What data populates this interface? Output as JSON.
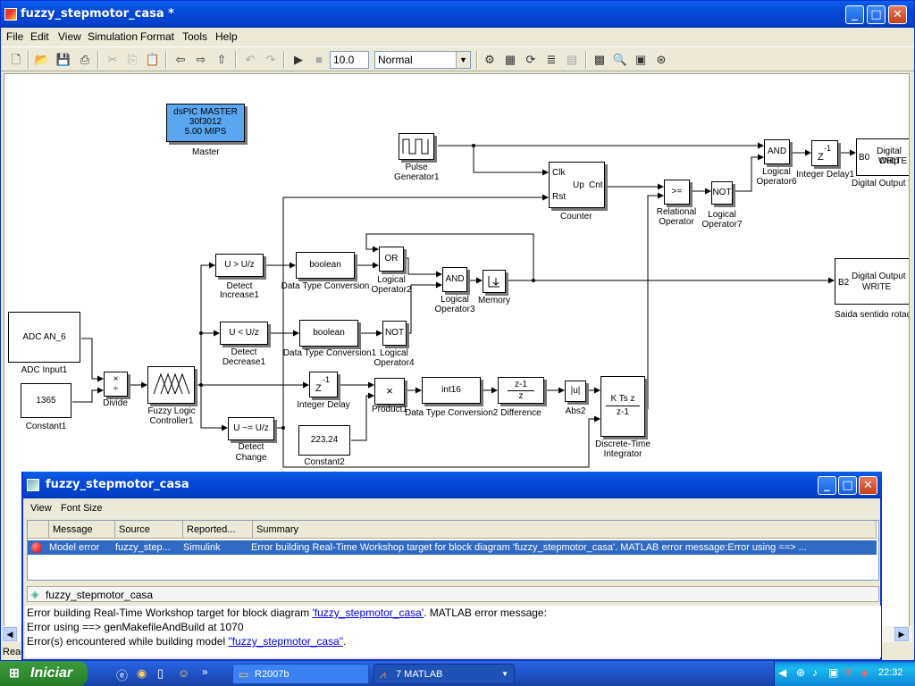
{
  "window": {
    "title": "fuzzy_stepmotor_casa *",
    "menu": [
      "File",
      "Edit",
      "View",
      "Simulation",
      "Format",
      "Tools",
      "Help"
    ],
    "toolbar": {
      "stop_time": "10.0",
      "sim_mode": "Normal"
    }
  },
  "diagram": {
    "blocks": {
      "master": {
        "line1": "dsPIC MASTER",
        "line2": "30f3012",
        "line3": "5.00 MIPS",
        "caption": "Master"
      },
      "pulse": {
        "caption1": "Pulse",
        "caption2": "Generator1"
      },
      "counter": {
        "clk": "Clk",
        "rst": "Rst",
        "up": "Up",
        "cnt": "Cnt",
        "caption": "Counter"
      },
      "detect_inc": {
        "text": "U > U/z",
        "caption1": "Detect",
        "caption2": "Increase1"
      },
      "detect_dec": {
        "text": "U < U/z",
        "caption1": "Detect",
        "caption2": "Decrease1"
      },
      "detect_chg": {
        "text": "U ~= U/z",
        "caption1": "Detect",
        "caption2": "Change"
      },
      "dtc": {
        "text": "boolean",
        "caption": "Data Type Conversion"
      },
      "dtc1": {
        "text": "boolean",
        "caption": "Data Type Conversion1"
      },
      "dtc2": {
        "text": "int16",
        "caption": "Data Type Conversion2"
      },
      "or2": {
        "text": "OR",
        "caption1": "Logical",
        "caption2": "Operator2"
      },
      "not4": {
        "text": "NOT",
        "caption1": "Logical",
        "caption2": "Operator4"
      },
      "and3": {
        "text": "AND",
        "caption1": "Logical",
        "caption2": "Operator3"
      },
      "memory": {
        "caption": "Memory"
      },
      "adc": {
        "text": "ADC  AN_6",
        "caption": "ADC Input1"
      },
      "const1": {
        "text": "1365",
        "caption": "Constant1"
      },
      "divide": {
        "caption": "Divide"
      },
      "fuzzy": {
        "caption1": "Fuzzy Logic",
        "caption2": "Controller1"
      },
      "intdelay": {
        "text_z": "Z",
        "text_exp": "-1",
        "caption": "Integer Delay"
      },
      "product": {
        "text": "×",
        "caption": "Product1"
      },
      "const2": {
        "text": "223.24",
        "caption": "Constant2"
      },
      "diff": {
        "num": "z-1",
        "den": "z",
        "caption": "Difference"
      },
      "abs": {
        "text": "|u|",
        "caption": "Abs2"
      },
      "dti": {
        "num": "K Ts z",
        "den": "z-1",
        "caption1": "Discrete-Time",
        "caption2": "Integrator"
      },
      "relop": {
        "text": ">=",
        "caption1": "Relational",
        "caption2": "Operator"
      },
      "not7": {
        "text": "NOT",
        "caption1": "Logical",
        "caption2": "Operator7"
      },
      "and6": {
        "text": "AND",
        "caption1": "Logical",
        "caption2": "Operator6"
      },
      "intdelay1": {
        "text_z": "Z",
        "text_exp": "-1",
        "caption": "Integer Delay1"
      },
      "dout1": {
        "port": "B0",
        "text1": "Digital Outp",
        "text2": "WRITE",
        "caption": "Digital Output W"
      },
      "dout2": {
        "port": "B2",
        "text1": "Digital Output",
        "text2": "WRITE",
        "caption": "Saida sentido rotaçã"
      }
    }
  },
  "status_left": "Read",
  "dialog": {
    "title": "fuzzy_stepmotor_casa",
    "menu": [
      "View",
      "Font Size"
    ],
    "columns": [
      "Message",
      "Source",
      "Reported...",
      "Summary"
    ],
    "row": {
      "message": "Model error",
      "source": "fuzzy_step...",
      "reported": "Simulink",
      "summary": "Error building Real-Time Workshop target for block diagram 'fuzzy_stepmotor_casa'. MATLAB error message:Error using ==> ..."
    },
    "path": "fuzzy_stepmotor_casa",
    "details": {
      "line1_pre": "Error building Real-Time Workshop target for block diagram ",
      "line1_link": "'fuzzy_stepmotor_casa'",
      "line1_post": ". MATLAB error message:",
      "line2": "Error using ==> genMakefileAndBuild at 1070",
      "line3_pre": "Error(s) encountered while building model ",
      "line3_link": "\"fuzzy_stepmotor_casa\"",
      "line3_post": "."
    }
  },
  "taskbar": {
    "start": "Iniciar",
    "tasks": [
      "R2007b",
      "7 MATLAB"
    ],
    "clock": "22:32"
  }
}
